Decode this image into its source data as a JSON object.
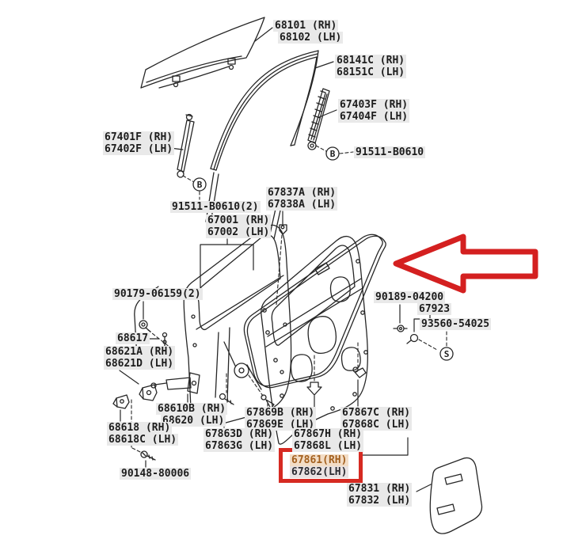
{
  "diagram": {
    "description": "Exploded parts diagram of a front door: glass, frames, door panel, weatherstrip, hinges, clips and service hole cover",
    "colors": {
      "background": "#ffffff",
      "line": "#262626",
      "label_background": "#e9e9e9",
      "label_text": "#1c1c1c",
      "highlight_box": "#d62a22",
      "highlight_arrow": "#d42020",
      "highlight_text": "#a3601f",
      "highlight_text_background": "#f3ddc6"
    }
  },
  "callouts": {
    "b1": "B",
    "b2": "B",
    "s": "S"
  },
  "labels": [
    {
      "part": "door-glass",
      "lines": [
        "68101 (RH)",
        "68102 (LH)"
      ]
    },
    {
      "part": "glass-run",
      "lines": [
        "68141C (RH)",
        "68151C (LH)"
      ]
    },
    {
      "part": "frame-rear-lower",
      "lines": [
        "67403F (RH)",
        "67404F (LH)"
      ]
    },
    {
      "part": "frame-front-lower",
      "lines": [
        "67401F (RH)",
        "67402F (LH)"
      ]
    },
    {
      "part": "bolt-b",
      "lines": [
        "91511-B0610"
      ]
    },
    {
      "part": "door-stiffener",
      "lines": [
        "67837A (RH)",
        "67838A (LH)"
      ]
    },
    {
      "part": "bolt-b-2",
      "lines": [
        "91511-B0610(2)"
      ]
    },
    {
      "part": "door-panel",
      "lines": [
        "67001 (RH)",
        "67002 (LH)"
      ]
    },
    {
      "part": "hinge-bolt",
      "lines": [
        "90179-06159(2)"
      ]
    },
    {
      "part": "screw-90189",
      "lines": [
        "90189-04200"
      ]
    },
    {
      "part": "clip-67923",
      "lines": [
        "67923"
      ]
    },
    {
      "part": "screw-93560",
      "lines": [
        "93560-54025"
      ]
    },
    {
      "part": "check-pin",
      "lines": [
        "68617"
      ]
    },
    {
      "part": "hinge-upper",
      "lines": [
        "68621A (RH)",
        "68621D (LH)"
      ]
    },
    {
      "part": "door-check",
      "lines": [
        "68610B (RH)",
        "68620 (LH)"
      ]
    },
    {
      "part": "clip-67869",
      "lines": [
        "67869B (RH)",
        "67869E (LH)"
      ]
    },
    {
      "part": "clip-67867c",
      "lines": [
        "67867C (RH)",
        "67868C (LH)"
      ]
    },
    {
      "part": "hinge-lower",
      "lines": [
        "68618 (RH)",
        "68618C (LH)"
      ]
    },
    {
      "part": "moulding-67863",
      "lines": [
        "67863D (RH)",
        "67863G (LH)"
      ]
    },
    {
      "part": "clip-67867h",
      "lines": [
        "67867H (RH)",
        "67868L (LH)"
      ]
    },
    {
      "part": "weatherstrip-highlight",
      "lines": [
        "67861(RH)",
        "67862(LH)"
      ],
      "highlighted": true
    },
    {
      "part": "screw-90148",
      "lines": [
        "90148-80006"
      ]
    },
    {
      "part": "service-hole-cover",
      "lines": [
        "67831 (RH)",
        "67832 (LH)"
      ]
    }
  ]
}
